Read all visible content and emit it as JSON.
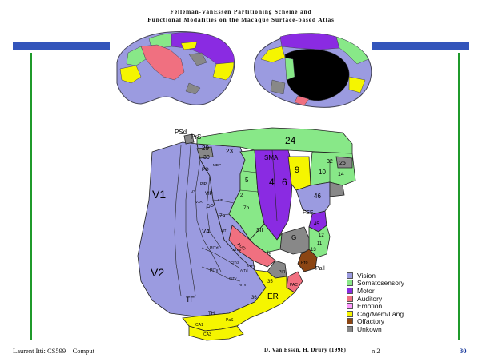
{
  "slide": {
    "title_line1": "Felleman-VanEssen Partitioning Scheme and",
    "title_line2": "Functional Modalities on the Macaque Surface-based Atlas",
    "footer_left": "Laurent Itti: CS599 – Comput",
    "footer_credit": "D. Van Essen, H. Drury (1998)",
    "footer_tail": "n 2",
    "page_number": "30"
  },
  "legend": [
    {
      "label": "Vision",
      "color": "#9b9be0"
    },
    {
      "label": "Somatosensory",
      "color": "#88e888"
    },
    {
      "label": "Motor",
      "color": "#8a2be2"
    },
    {
      "label": "Auditory",
      "color": "#f07080"
    },
    {
      "label": "Emotion",
      "color": "#ff99ff"
    },
    {
      "label": "Cog/Mem/Lang",
      "color": "#f5f500"
    },
    {
      "label": "Olfactory",
      "color": "#8b4513"
    },
    {
      "label": "Unkown",
      "color": "#888888"
    }
  ],
  "areas": {
    "v1": "V1",
    "v2": "V2",
    "v4": "V4",
    "tf": "TF",
    "pitd": "PITd",
    "pitv": "PITv",
    "citd": "CITd",
    "citv": "CITv",
    "aitd": "AITd",
    "aitv": "AITv",
    "stpp": "STPp",
    "stpa": "STPa",
    "mt": "MT",
    "vip": "VIP",
    "dp": "DP",
    "7a": "7a",
    "7b": "7b",
    "lip": "LIP",
    "po": "PO",
    "mdp": "MDP",
    "pip": "PIP",
    "v3": "V3",
    "v3a": "V3A",
    "n24": "24",
    "n23": "23",
    "n29": "29",
    "n30": "30",
    "sma": "SMA",
    "n4": "4",
    "n6": "6",
    "n9": "9",
    "n10": "10",
    "n14": "14",
    "n25": "25",
    "n32": "32",
    "n46": "46",
    "fef": "FEF",
    "n45": "45",
    "n12": "12",
    "n11": "11",
    "n13": "13",
    "n5": "5",
    "n2": "2",
    "sii": "SII",
    "ig": "Ig",
    "g": "G",
    "pall": "Pall",
    "pro": "Pro",
    "pir": "PIR",
    "pac": "PAC",
    "ent": "ER",
    "n35": "35",
    "n36": "36",
    "psd": "PSd",
    "prs": "PrS",
    "th": "TH",
    "ca1": "CA1",
    "ca3": "CA3",
    "pas": "PaS",
    "aud": "AUD"
  }
}
